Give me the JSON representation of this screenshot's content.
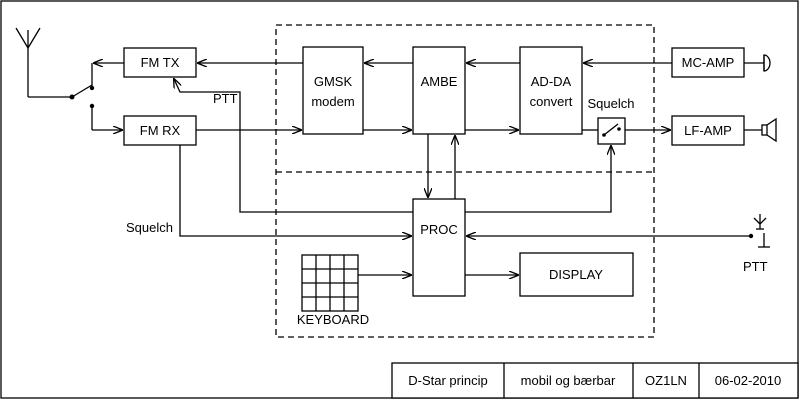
{
  "blocks": {
    "fm_tx": "FM TX",
    "fm_rx": "FM RX",
    "gmsk_line1": "GMSK",
    "gmsk_line2": "modem",
    "ambe": "AMBE",
    "adda_line1": "AD-DA",
    "adda_line2": "convert",
    "mc_amp": "MC-AMP",
    "lf_amp": "LF-AMP",
    "proc": "PROC",
    "display": "DISPLAY",
    "keyboard": "KEYBOARD"
  },
  "labels": {
    "ptt_tx": "PTT",
    "squelch_switch": "Squelch",
    "squelch_rx": "Squelch",
    "ptt_key": "PTT"
  },
  "title_block": {
    "title": "D-Star princip",
    "subtitle": "mobil og bærbar",
    "author": "OZ1LN",
    "date": "06-02-2010"
  }
}
